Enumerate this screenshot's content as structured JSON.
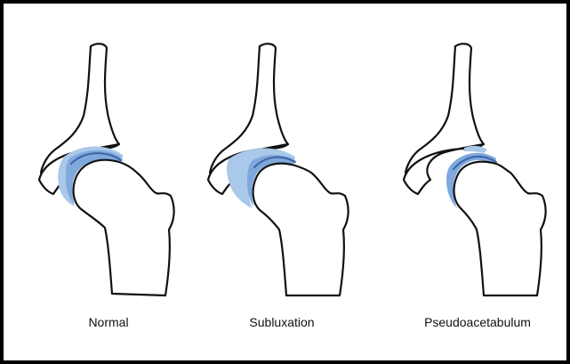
{
  "labels": {
    "normal": "Normal",
    "subluxation": "Subluxation",
    "pseudoacetabulum": "Pseudoacetabulum"
  },
  "colors": {
    "cartilage_light": "#a9c8ea",
    "cartilage_mid": "#7fa8dc",
    "cartilage_edge": "#3d63a8",
    "outline": "#111111",
    "frame": "#000000"
  }
}
